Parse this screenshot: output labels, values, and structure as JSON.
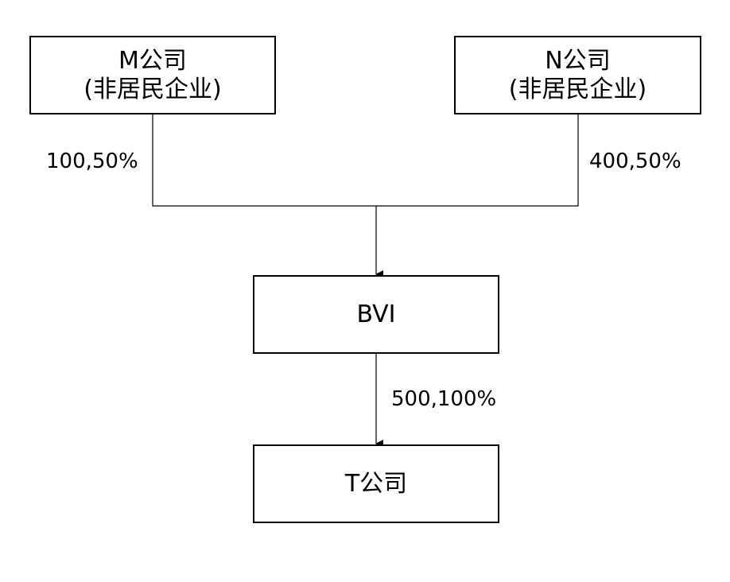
{
  "nodes": {
    "m": {
      "name": "M公司",
      "note": "(非居民企业)"
    },
    "n": {
      "name": "N公司",
      "note": "(非居民企业)"
    },
    "bvi": {
      "name": "BVI"
    },
    "t": {
      "name": "T公司"
    }
  },
  "edges": {
    "m_to_bvi": "100,50%",
    "n_to_bvi": "400,50%",
    "bvi_to_t": "500,100%"
  },
  "colors": {
    "line": "#000000",
    "background": "#ffffff"
  }
}
